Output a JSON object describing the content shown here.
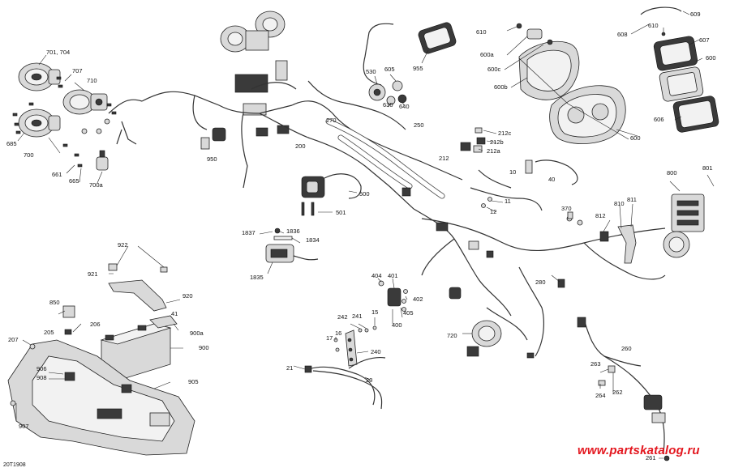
{
  "diagram": {
    "code": "20T1908",
    "watermark": "www.partskatalog.ru",
    "callouts": [
      {
        "id": "c-701-704",
        "text": "701, 704"
      },
      {
        "id": "c-707",
        "text": "707"
      },
      {
        "id": "c-710",
        "text": "710"
      },
      {
        "id": "c-685",
        "text": "685"
      },
      {
        "id": "c-700",
        "text": "700"
      },
      {
        "id": "c-661",
        "text": "661"
      },
      {
        "id": "c-665",
        "text": "665"
      },
      {
        "id": "c-700a",
        "text": "700a"
      },
      {
        "id": "c-950",
        "text": "950"
      },
      {
        "id": "c-200",
        "text": "200"
      },
      {
        "id": "c-270",
        "text": "270"
      },
      {
        "id": "c-250",
        "text": "250"
      },
      {
        "id": "c-530",
        "text": "530"
      },
      {
        "id": "c-605",
        "text": "605"
      },
      {
        "id": "c-630",
        "text": "630"
      },
      {
        "id": "c-640",
        "text": "640"
      },
      {
        "id": "c-955",
        "text": "955"
      },
      {
        "id": "c-610a",
        "text": "610"
      },
      {
        "id": "c-600a",
        "text": "600a"
      },
      {
        "id": "c-600c",
        "text": "600c"
      },
      {
        "id": "c-600b",
        "text": "600b"
      },
      {
        "id": "c-609",
        "text": "609"
      },
      {
        "id": "c-608",
        "text": "608"
      },
      {
        "id": "c-610b",
        "text": "610"
      },
      {
        "id": "c-607",
        "text": "607"
      },
      {
        "id": "c-600a2",
        "text": "600"
      },
      {
        "id": "c-606",
        "text": "606"
      },
      {
        "id": "c-600b2",
        "text": "600"
      },
      {
        "id": "c-212c",
        "text": "212c"
      },
      {
        "id": "c-212b",
        "text": "212b"
      },
      {
        "id": "c-212",
        "text": "212"
      },
      {
        "id": "c-212a",
        "text": "212a"
      },
      {
        "id": "c-10",
        "text": "10"
      },
      {
        "id": "c-40",
        "text": "40"
      },
      {
        "id": "c-11",
        "text": "11"
      },
      {
        "id": "c-12",
        "text": "12"
      },
      {
        "id": "c-800",
        "text": "800"
      },
      {
        "id": "c-801",
        "text": "801"
      },
      {
        "id": "c-500",
        "text": "500"
      },
      {
        "id": "c-501",
        "text": "501"
      },
      {
        "id": "c-370",
        "text": "370"
      },
      {
        "id": "c-810",
        "text": "810"
      },
      {
        "id": "c-811",
        "text": "811"
      },
      {
        "id": "c-812",
        "text": "812"
      },
      {
        "id": "c-1837",
        "text": "1837"
      },
      {
        "id": "c-1836",
        "text": "1836"
      },
      {
        "id": "c-1834",
        "text": "1834"
      },
      {
        "id": "c-1835",
        "text": "1835"
      },
      {
        "id": "c-922",
        "text": "922"
      },
      {
        "id": "c-921",
        "text": "921"
      },
      {
        "id": "c-920",
        "text": "920"
      },
      {
        "id": "c-850",
        "text": "850"
      },
      {
        "id": "c-41",
        "text": "41"
      },
      {
        "id": "c-206",
        "text": "206"
      },
      {
        "id": "c-205",
        "text": "205"
      },
      {
        "id": "c-900a",
        "text": "900a"
      },
      {
        "id": "c-207",
        "text": "207"
      },
      {
        "id": "c-900",
        "text": "900"
      },
      {
        "id": "c-906",
        "text": "906"
      },
      {
        "id": "c-908",
        "text": "908"
      },
      {
        "id": "c-905",
        "text": "905"
      },
      {
        "id": "c-907",
        "text": "907"
      },
      {
        "id": "c-404",
        "text": "404"
      },
      {
        "id": "c-401",
        "text": "401"
      },
      {
        "id": "c-402",
        "text": "402"
      },
      {
        "id": "c-405",
        "text": "405"
      },
      {
        "id": "c-400",
        "text": "400"
      },
      {
        "id": "c-280",
        "text": "280"
      },
      {
        "id": "c-242",
        "text": "242"
      },
      {
        "id": "c-241",
        "text": "241"
      },
      {
        "id": "c-15",
        "text": "15"
      },
      {
        "id": "c-16",
        "text": "16"
      },
      {
        "id": "c-17",
        "text": "17"
      },
      {
        "id": "c-240",
        "text": "240"
      },
      {
        "id": "c-21",
        "text": "21"
      },
      {
        "id": "c-20",
        "text": "20"
      },
      {
        "id": "c-720",
        "text": "720"
      },
      {
        "id": "c-260",
        "text": "260"
      },
      {
        "id": "c-263",
        "text": "263"
      },
      {
        "id": "c-264",
        "text": "264"
      },
      {
        "id": "c-262",
        "text": "262"
      },
      {
        "id": "c-261",
        "text": "261"
      }
    ]
  }
}
